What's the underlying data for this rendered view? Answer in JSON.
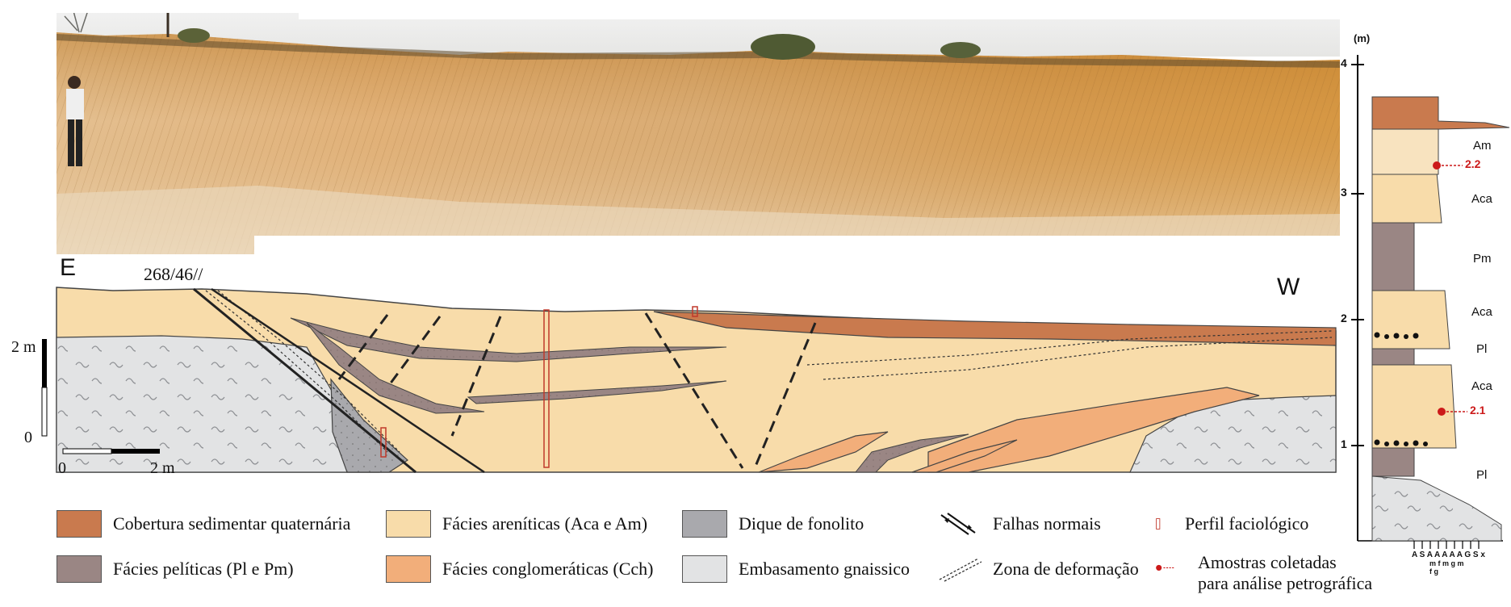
{
  "section": {
    "label_east": "E",
    "label_west": "W",
    "attitude": "268/46//",
    "vertical_scale": {
      "top_label": "2 m",
      "bottom_label": "0"
    },
    "horizontal_scale": {
      "left_label": "0",
      "right_label": "2 m"
    }
  },
  "column": {
    "unit_label": "(m)",
    "ticks": [
      "4",
      "3",
      "2",
      "1"
    ],
    "facies_labels": [
      "Am",
      "Aca",
      "Pm",
      "Aca",
      "Pl",
      "Aca",
      "Pl"
    ],
    "samples": [
      "2.2",
      "2.1"
    ],
    "grain_axis": {
      "top_row": "A S A A A A A G S x",
      "second_row": "m f m g m",
      "third_row": "f g"
    }
  },
  "legend": {
    "items": [
      {
        "label": "Cobertura sedimentar quaternária",
        "color": "#c97a4e"
      },
      {
        "label": "Fácies areníticas (Aca e Am)",
        "color": "#f8dcaa"
      },
      {
        "label": "Dique de fonolito",
        "color": "#a9a9ad"
      },
      {
        "label": "Falhas normais",
        "icon": "normal-fault-icon"
      },
      {
        "label": "Perfil faciológico",
        "icon": "profile-marker-icon"
      },
      {
        "label": "Fácies pelíticas (Pl e Pm)",
        "color": "#9a8684"
      },
      {
        "label": "Fácies conglomeráticas (Cch)",
        "color": "#f2ae7a"
      },
      {
        "label": "Embasamento gnaissico",
        "color": "#e2e3e4"
      },
      {
        "label": "Zona de deformação",
        "icon": "deformation-zone-icon"
      },
      {
        "label": "Amostras coletadas",
        "label2": "para análise petrográfica",
        "icon": "sample-dot-icon"
      }
    ]
  }
}
